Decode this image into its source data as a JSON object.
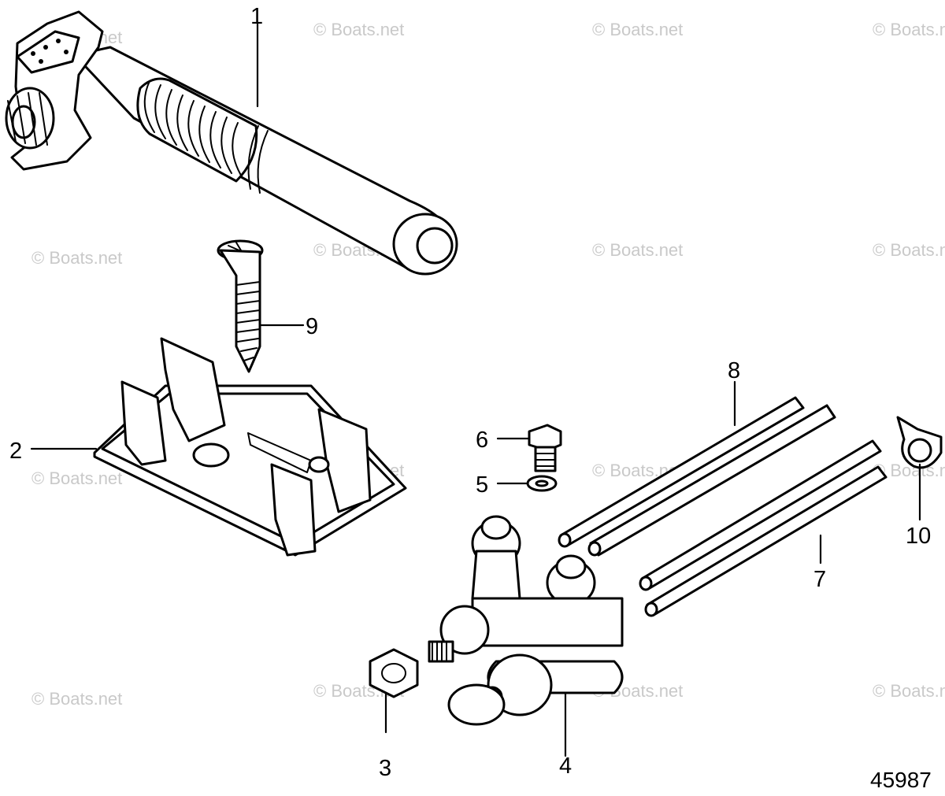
{
  "diagram": {
    "figure_number": "45987",
    "watermark": "© Boats.net",
    "callouts": [
      {
        "id": "1",
        "part": "tiller-handle"
      },
      {
        "id": "2",
        "part": "tiller-bracket"
      },
      {
        "id": "3",
        "part": "nut"
      },
      {
        "id": "4",
        "part": "valve-assembly"
      },
      {
        "id": "5",
        "part": "washer"
      },
      {
        "id": "6",
        "part": "bolt"
      },
      {
        "id": "7",
        "part": "tube-pair-lower"
      },
      {
        "id": "8",
        "part": "tube-pair-upper"
      },
      {
        "id": "9",
        "part": "screw"
      },
      {
        "id": "10",
        "part": "hose-clamp"
      }
    ]
  }
}
